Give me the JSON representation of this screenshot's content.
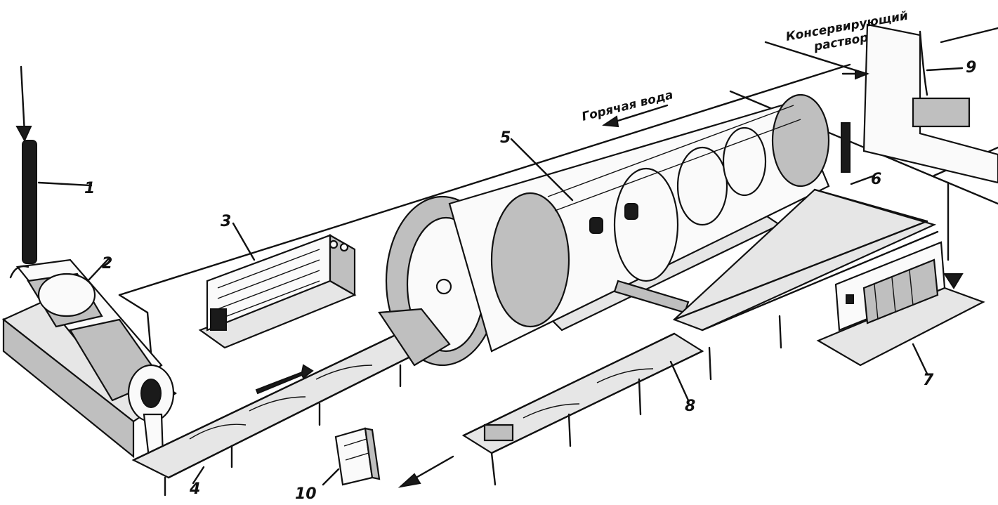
{
  "labels": {
    "n1": "1",
    "n2": "2",
    "n3": "3",
    "n4": "4",
    "n5": "5",
    "n6": "6",
    "n7": "7",
    "n8": "8",
    "n9": "9",
    "n10": "10",
    "hot_water": "Горячая вода",
    "preserve_line1": "Консервирующий",
    "preserve_line2": "раствор"
  }
}
